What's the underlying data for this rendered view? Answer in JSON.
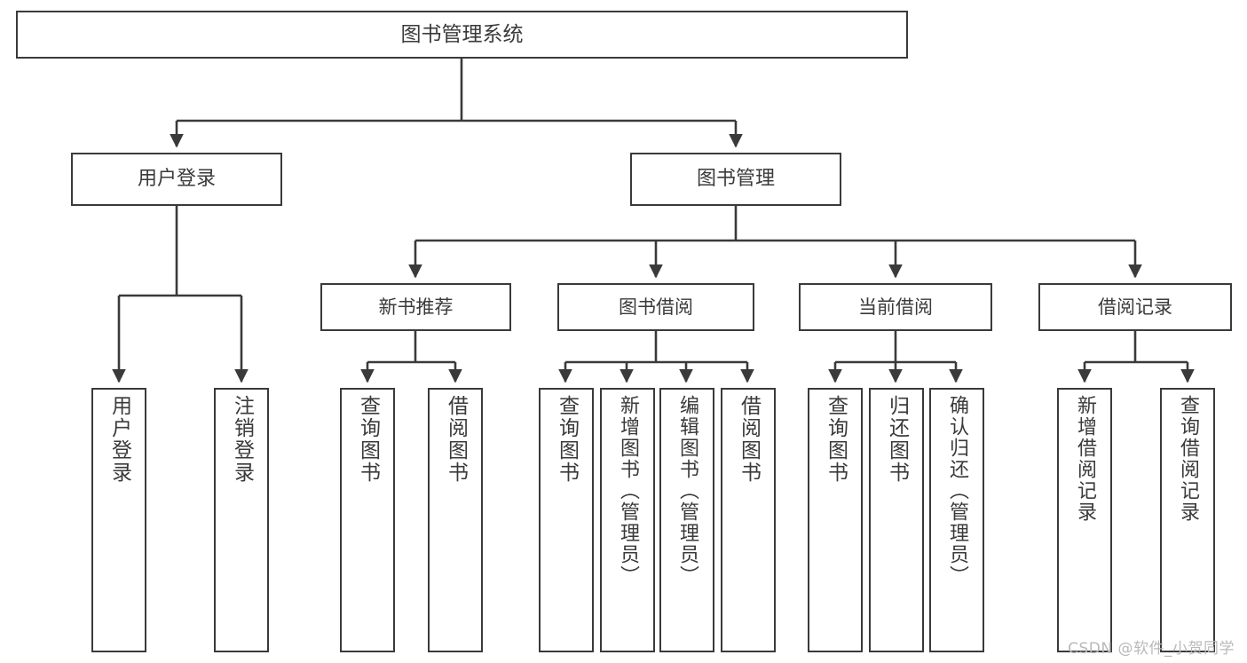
{
  "diagram": {
    "title": "图书管理系统",
    "root": {
      "label": "图书管理系统"
    },
    "level2": [
      {
        "label": "用户登录"
      },
      {
        "label": "图书管理"
      }
    ],
    "level3": [
      {
        "label": "新书推荐"
      },
      {
        "label": "图书借阅"
      },
      {
        "label": "当前借阅"
      },
      {
        "label": "借阅记录"
      }
    ],
    "leaves": {
      "user_login": [
        {
          "label": "用户登录"
        },
        {
          "label": "注销登录"
        }
      ],
      "new_book_recommend": [
        {
          "label": "查询图书"
        },
        {
          "label": "借阅图书"
        }
      ],
      "book_borrow": [
        {
          "label": "查询图书"
        },
        {
          "label": "新增图书（管理员）"
        },
        {
          "label": "编辑图书（管理员）"
        },
        {
          "label": "借阅图书"
        }
      ],
      "current_borrow": [
        {
          "label": "查询图书"
        },
        {
          "label": "归还图书"
        },
        {
          "label": "确认归还（管理员）"
        }
      ],
      "borrow_records": [
        {
          "label": "新增借阅记录"
        },
        {
          "label": "查询借阅记录"
        }
      ]
    }
  },
  "watermark": {
    "text": "CSDN @软件_小贺同学"
  },
  "colors": {
    "stroke": "#3a3a3a",
    "background": "#ffffff",
    "text": "#3a3a3a",
    "watermark": "#b9b9b9"
  }
}
